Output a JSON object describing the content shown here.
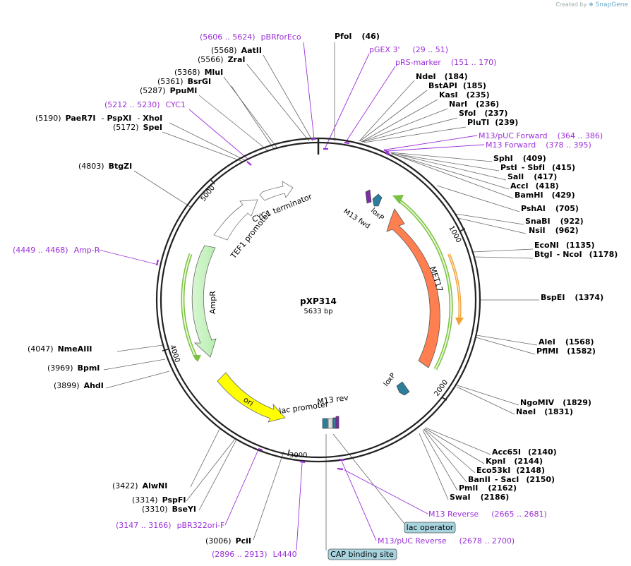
{
  "header": {
    "credit_text": "Created by",
    "credit_brand": "SnapGene"
  },
  "plasmid": {
    "name": "pXP314",
    "size": "5633 bp"
  },
  "ticks": [
    "1000",
    "2000",
    "3000",
    "4000",
    "5000"
  ],
  "enzymes": [
    {
      "name": "PfoI",
      "pos": "(46)"
    },
    {
      "name": "AatII",
      "pos": "(5568)"
    },
    {
      "name": "ZraI",
      "pos": "(5566)"
    },
    {
      "name": "MluI",
      "pos": "(5368)"
    },
    {
      "name": "BsrGI",
      "pos": "(5361)"
    },
    {
      "name": "PpuMI",
      "pos": "(5287)"
    },
    {
      "name": "PaeR7I",
      "pos": "(5190)",
      "extra": [
        "PspXI",
        "XhoI"
      ]
    },
    {
      "name": "SpeI",
      "pos": "(5172)"
    },
    {
      "name": "BtgZI",
      "pos": "(4803)"
    },
    {
      "name": "NdeI",
      "pos": "(184)"
    },
    {
      "name": "BstAPI",
      "pos": "(185)"
    },
    {
      "name": "KasI",
      "pos": "(235)"
    },
    {
      "name": "NarI",
      "pos": "(236)"
    },
    {
      "name": "SfoI",
      "pos": "(237)"
    },
    {
      "name": "PluTI",
      "pos": "(239)"
    },
    {
      "name": "SphI",
      "pos": "(409)"
    },
    {
      "name": "PstI",
      "pos": "(415)",
      "extra": [
        "SbfI"
      ]
    },
    {
      "name": "SalI",
      "pos": "(417)"
    },
    {
      "name": "AccI",
      "pos": "(418)"
    },
    {
      "name": "BamHI",
      "pos": "(429)"
    },
    {
      "name": "PshAI",
      "pos": "(705)"
    },
    {
      "name": "SnaBI",
      "pos": "(922)"
    },
    {
      "name": "NsiI",
      "pos": "(962)"
    },
    {
      "name": "EcoNI",
      "pos": "(1135)"
    },
    {
      "name": "BtgI",
      "pos": "(1178)",
      "extra": [
        "NcoI"
      ]
    },
    {
      "name": "BspEI",
      "pos": "(1374)"
    },
    {
      "name": "AleI",
      "pos": "(1568)"
    },
    {
      "name": "PflMI",
      "pos": "(1582)"
    },
    {
      "name": "NgoMIV",
      "pos": "(1829)"
    },
    {
      "name": "NaeI",
      "pos": "(1831)"
    },
    {
      "name": "Acc65I",
      "pos": "(2140)"
    },
    {
      "name": "KpnI",
      "pos": "(2144)"
    },
    {
      "name": "Eco53kI",
      "pos": "(2148)"
    },
    {
      "name": "BanII",
      "pos": "(2150)",
      "extra": [
        "SacI"
      ]
    },
    {
      "name": "PmlI",
      "pos": "(2162)"
    },
    {
      "name": "SwaI",
      "pos": "(2186)"
    },
    {
      "name": "NmeAIII",
      "pos": "(4047)"
    },
    {
      "name": "BpmI",
      "pos": "(3969)"
    },
    {
      "name": "AhdI",
      "pos": "(3899)"
    },
    {
      "name": "AlwNI",
      "pos": "(3422)"
    },
    {
      "name": "PspFI",
      "pos": "(3314)"
    },
    {
      "name": "BseYI",
      "pos": "(3310)"
    },
    {
      "name": "PciI",
      "pos": "(3006)"
    }
  ],
  "primers": [
    {
      "name": "pBRforEco",
      "range": "(5606 .. 5624)"
    },
    {
      "name": "pGEX 3'",
      "range": "(29 .. 51)"
    },
    {
      "name": "pRS-marker",
      "range": "(151 .. 170)"
    },
    {
      "name": "CYC1",
      "range": "(5212 .. 5230)"
    },
    {
      "name": "M13/pUC Forward",
      "range": "(364 .. 386)"
    },
    {
      "name": "M13 Forward",
      "range": "(378 .. 395)"
    },
    {
      "name": "Amp-R",
      "range": "(4449 .. 4468)"
    },
    {
      "name": "M13 Reverse",
      "range": "(2665 .. 2681)"
    },
    {
      "name": "M13/pUC Reverse",
      "range": "(2678 .. 2700)"
    },
    {
      "name": "pBR322ori-F",
      "range": "(3147 .. 3166)"
    },
    {
      "name": "L4440",
      "range": "(2896 .. 2913)"
    }
  ],
  "features": {
    "cyc1_terminator": "CYC1 terminator",
    "tef1_promoter": "TEF1 promoter",
    "m13_fwd": "M13 fwd",
    "loxp_top": "loxP",
    "met17": "MET17",
    "ampr": "AmpR",
    "loxp_bottom": "loxP",
    "ori": "ori",
    "lac_promoter": "lac promoter",
    "m13_rev": "M13 rev",
    "lac_operator": "lac operator",
    "cap_binding_site": "CAP binding site"
  },
  "colors": {
    "primer": "#9b30d9",
    "met17": "#ff7f50",
    "ampr": "#c8f5c8",
    "ori": "#ffff00",
    "loxp": "#2e7d9a",
    "orf_green": "#7cc242",
    "orf_orange": "#f2a033",
    "box": "#a8d4e0"
  }
}
